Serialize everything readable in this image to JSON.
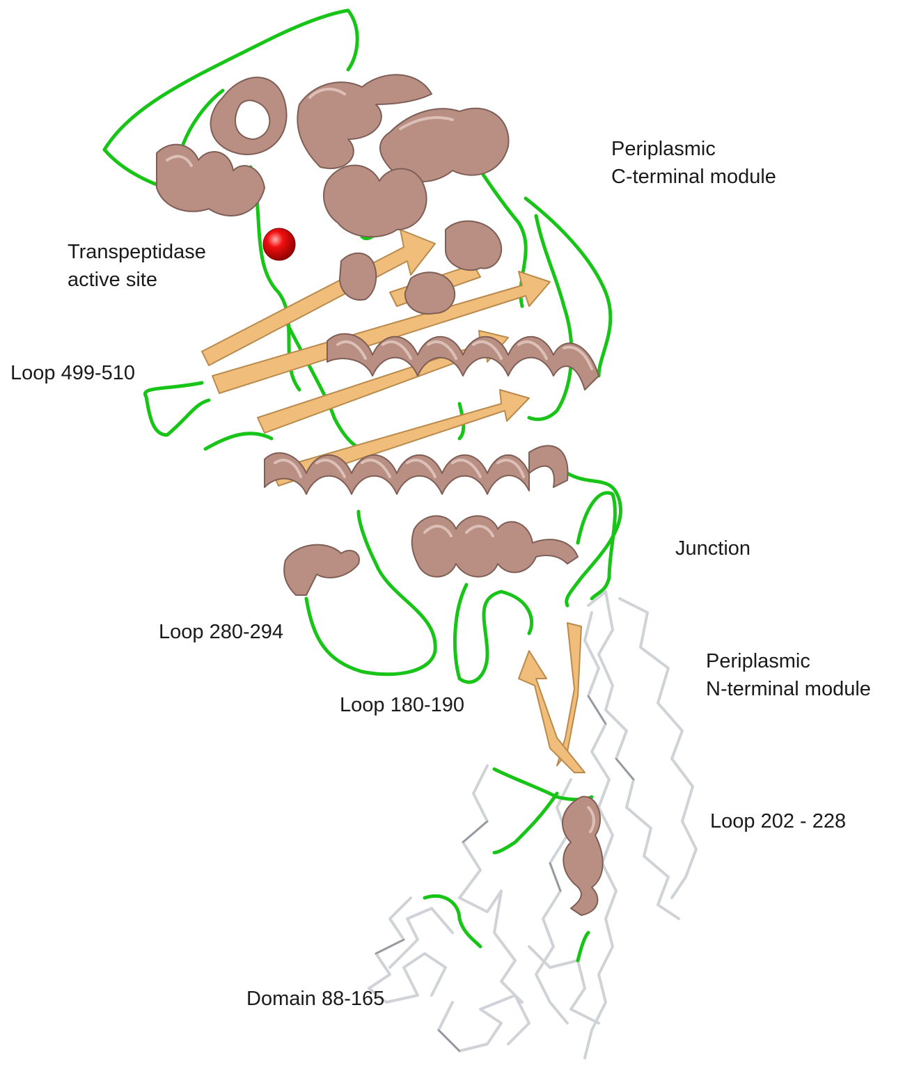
{
  "labels": {
    "c_terminal": {
      "line1": "Periplasmic",
      "line2": "C-terminal module"
    },
    "active_site": {
      "line1": "Transpeptidase",
      "line2": "active site"
    },
    "loop_499": "Loop 499-510",
    "junction": "Junction",
    "loop_280": "Loop 280-294",
    "n_terminal": {
      "line1": "Periplasmic",
      "line2": "N-terminal module"
    },
    "loop_180": "Loop 180-190",
    "loop_202": "Loop 202 - 228",
    "domain_88": "Domain 88-165"
  },
  "colors": {
    "helix": "#b98f84",
    "helix_light": "#dcc0b7",
    "helix_dark": "#7e5e55",
    "strand": "#f0be7a",
    "strand_dark": "#b98a4c",
    "coil": "#17c417",
    "trace": "#cfd2d6",
    "trace_dark": "#8a8e94",
    "active_site": "#e30000"
  }
}
